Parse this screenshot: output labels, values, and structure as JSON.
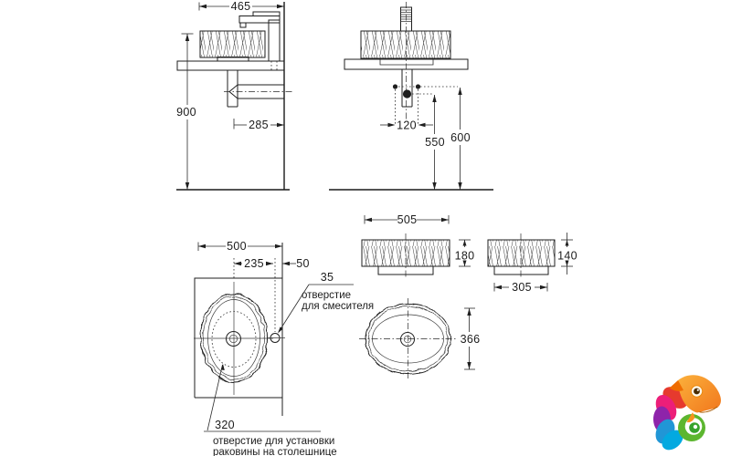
{
  "drawing": {
    "side_view": {
      "label_465": "465",
      "label_900": "900",
      "label_285": "285"
    },
    "front_view": {
      "label_120": "120",
      "label_550": "550",
      "label_600": "600"
    },
    "basin_front": {
      "label_505": "505",
      "label_180": "180"
    },
    "basin_side": {
      "label_140": "140",
      "label_305": "305"
    },
    "plan_view": {
      "label_500": "500",
      "label_235": "235",
      "label_50": "50",
      "label_35": "35",
      "label_320": "320",
      "mixer_note_line1": "отверстие",
      "mixer_note_line2": "для смесителя",
      "cutout_note_line1": "отверстие для установки",
      "cutout_note_line2": "раковины на столешнице"
    },
    "basin_plan": {
      "label_366": "366"
    }
  },
  "logo": {
    "name": "chameleon-logo"
  },
  "colors": {
    "line": "#1f1f1f",
    "logo_orange": "#f7941e",
    "logo_red": "#e63a2e",
    "logo_pink": "#ec1e79",
    "logo_purple": "#8e24aa",
    "logo_blue": "#2196d6",
    "logo_cyan": "#03a9e0",
    "logo_green": "#5cb62f"
  }
}
